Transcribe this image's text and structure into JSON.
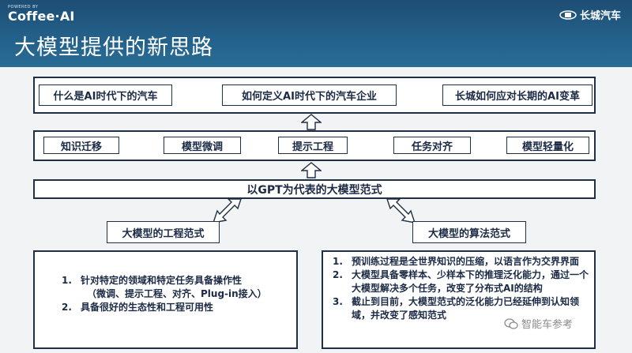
{
  "header": {
    "powered_by": "POWERED BY",
    "brand": "Coffee·AI",
    "company_logo_text": "长城汽车",
    "title": "大模型提供的新思路"
  },
  "top_row": [
    "什么是AI时代下的汽车",
    "如何定义AI时代下的汽车企业",
    "长城如何应对长期的AI变革"
  ],
  "middle_row": [
    "知识迁移",
    "模型微调",
    "提示工程",
    "任务对齐",
    "模型轻量化"
  ],
  "paradigm_bar": "以GPT为代表的大模型范式",
  "engineering": {
    "title": "大模型的工程范式",
    "items": [
      {
        "num": "1.",
        "text": "针对特定的领域和特定任务具备操作性",
        "sub": "（微调、提示工程、对齐、Plug-in接入）"
      },
      {
        "num": "2.",
        "text": "具备很好的生态性和工程可用性"
      }
    ]
  },
  "algorithm": {
    "title": "大模型的算法范式",
    "items": [
      {
        "num": "1.",
        "text": "预训练过程是全世界知识的压缩，以语言作为交界界面"
      },
      {
        "num": "2.",
        "text": "大模型具备零样本、少样本下的推理泛化能力，通过一个大模型解决多个任务，改变了分布式AI的结构"
      },
      {
        "num": "3.",
        "text": "截止到目前，大模型范式的泛化能力已经延伸到认知领域，并改变了感知范式"
      }
    ]
  },
  "watermark": "智能车参考",
  "colors": {
    "header": "#236089",
    "border": "#1f2f46",
    "text": "#1b2a44",
    "background": "#f2f3f5"
  }
}
